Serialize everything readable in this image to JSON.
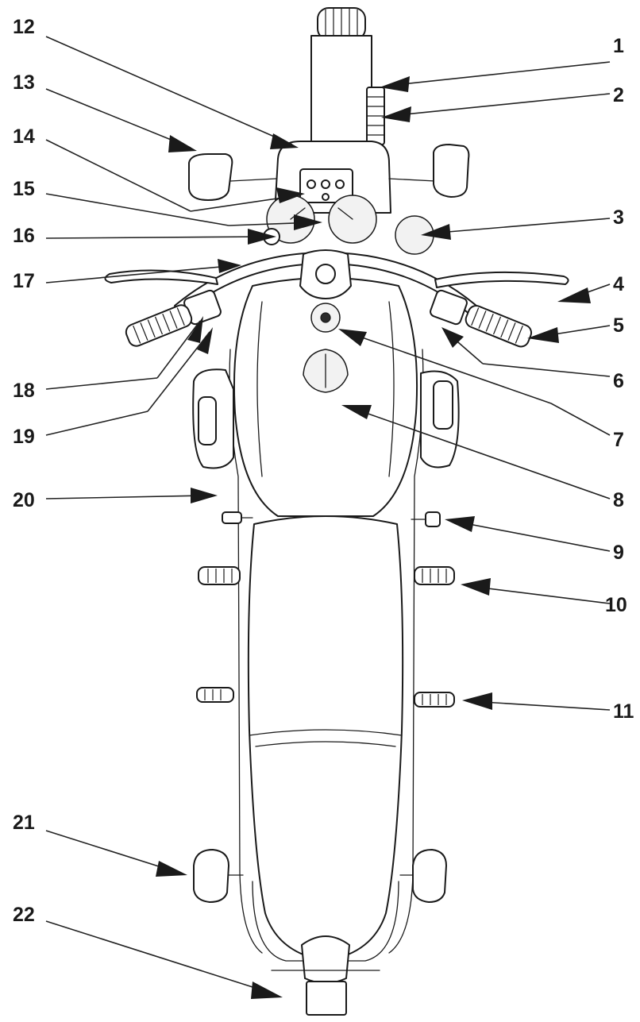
{
  "callouts": [
    {
      "id": "1",
      "label": "1"
    },
    {
      "id": "2",
      "label": "2"
    },
    {
      "id": "3",
      "label": "3"
    },
    {
      "id": "4",
      "label": "4"
    },
    {
      "id": "5",
      "label": "5"
    },
    {
      "id": "6",
      "label": "6"
    },
    {
      "id": "7",
      "label": "7"
    },
    {
      "id": "8",
      "label": "8"
    },
    {
      "id": "9",
      "label": "9"
    },
    {
      "id": "10",
      "label": "10"
    },
    {
      "id": "11",
      "label": "11"
    },
    {
      "id": "12",
      "label": "12"
    },
    {
      "id": "13",
      "label": "13"
    },
    {
      "id": "14",
      "label": "14"
    },
    {
      "id": "15",
      "label": "15"
    },
    {
      "id": "16",
      "label": "16"
    },
    {
      "id": "17",
      "label": "17"
    },
    {
      "id": "18",
      "label": "18"
    },
    {
      "id": "19",
      "label": "19"
    },
    {
      "id": "20",
      "label": "20"
    },
    {
      "id": "21",
      "label": "21"
    },
    {
      "id": "22",
      "label": "22"
    }
  ],
  "colors": {
    "ink": "#1a1a1a",
    "background": "#ffffff"
  }
}
